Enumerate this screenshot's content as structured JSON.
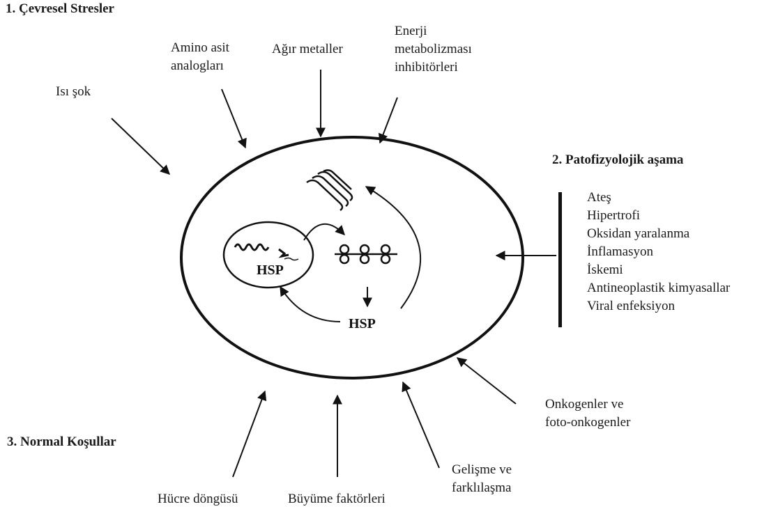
{
  "sections": {
    "environmental": {
      "title": "1. Çevresel Stresler",
      "items": [
        {
          "id": "heat-shock",
          "lines": [
            "Isı şok"
          ]
        },
        {
          "id": "amino-acid-analogs",
          "lines": [
            "Amino asit",
            "analogları"
          ]
        },
        {
          "id": "heavy-metals",
          "lines": [
            "Ağır metaller"
          ]
        },
        {
          "id": "energy-inhibitors",
          "lines": [
            "Enerji",
            "metabolizması",
            "inhibitörleri"
          ]
        }
      ]
    },
    "pathophysiological": {
      "title": "2. Patofizyolojik aşama",
      "items": [
        "Ateş",
        "Hipertrofi",
        "Oksidan yaralanma",
        "İnflamasyon",
        "İskemi",
        "Antineoplastik kimyasallar",
        "Viral enfeksiyon"
      ]
    },
    "normal": {
      "title": "3. Normal Koşullar",
      "items": [
        {
          "id": "cell-cycle",
          "lines": [
            "Hücre döngüsü"
          ]
        },
        {
          "id": "growth-factors",
          "lines": [
            "Büyüme faktörleri"
          ]
        },
        {
          "id": "development",
          "lines": [
            "Gelişme ve",
            "farklılaşma"
          ]
        },
        {
          "id": "oncogenes",
          "lines": [
            "Onkogenler ve",
            "foto-onkogenler"
          ]
        }
      ]
    }
  },
  "cell": {
    "nucleus_label": "HSP",
    "cytoplasm_label": "HSP"
  },
  "colors": {
    "ink": "#111111",
    "background": "#ffffff"
  }
}
